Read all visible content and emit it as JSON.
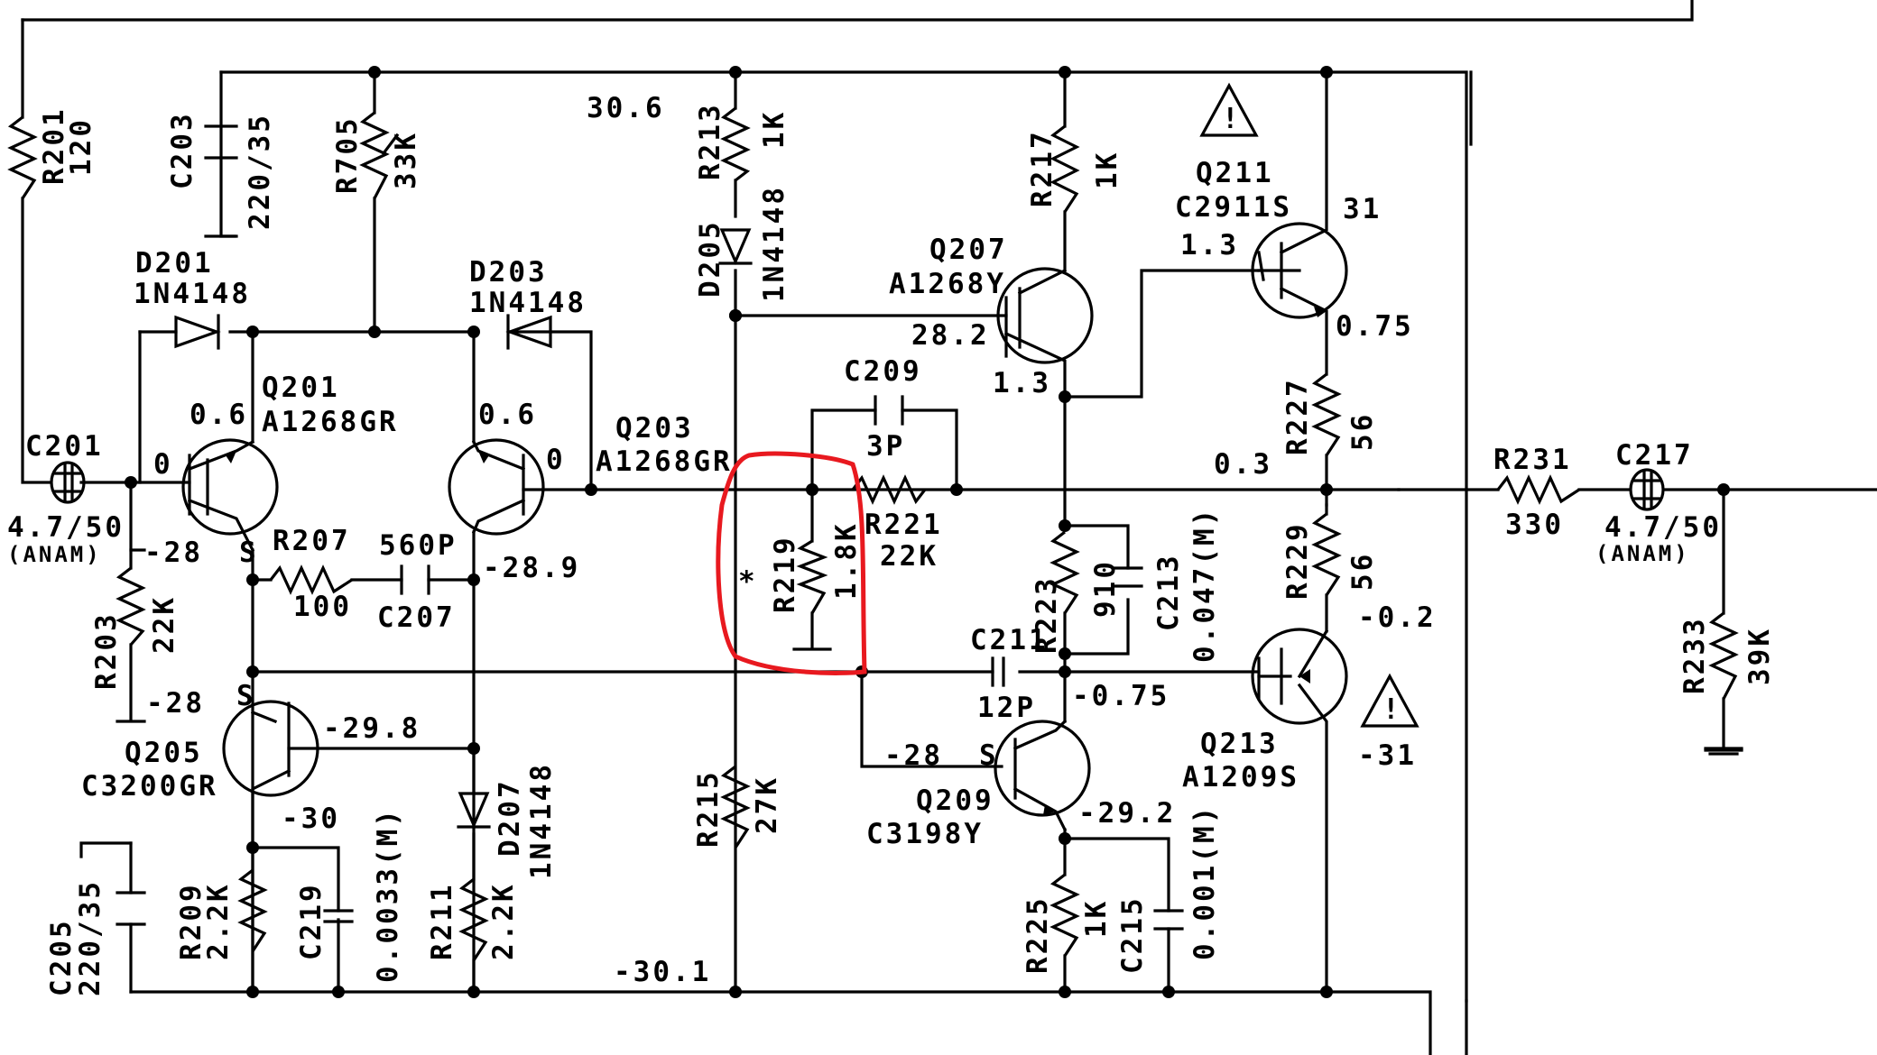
{
  "components": {
    "r201": {
      "ref": "R201",
      "value": "120"
    },
    "c203": {
      "ref": "C203",
      "value": "220/35"
    },
    "r705": {
      "ref": "R705",
      "value": "33K"
    },
    "r213": {
      "ref": "R213",
      "value": "1K"
    },
    "d205": {
      "ref": "D205",
      "value": "1N4148"
    },
    "r217": {
      "ref": "R217",
      "value": "1K"
    },
    "q211": {
      "ref": "Q211",
      "value": "C2911S"
    },
    "d201": {
      "ref": "D201",
      "value": "1N4148"
    },
    "d203": {
      "ref": "D203",
      "value": "1N4148"
    },
    "q207": {
      "ref": "Q207",
      "value": "A1268Y"
    },
    "q201": {
      "ref": "Q201",
      "value": "A1268GR"
    },
    "q203": {
      "ref": "Q203",
      "value": "A1268GR"
    },
    "c209": {
      "ref": "C209",
      "value": "3P"
    },
    "r227": {
      "ref": "R227",
      "value": "56"
    },
    "c201": {
      "ref": "C201",
      "value": "4.7/50",
      "note": "(ANAM)"
    },
    "r231": {
      "ref": "R231",
      "value": "330"
    },
    "c217": {
      "ref": "C217",
      "value": "4.7/50",
      "note": "(ANAM)"
    },
    "r219": {
      "ref": "R219",
      "value": "1.8K"
    },
    "r221": {
      "ref": "R221",
      "value": "22K"
    },
    "r207": {
      "ref": "R207",
      "value": "100"
    },
    "c207": {
      "ref": "C207",
      "value": "560P"
    },
    "r223": {
      "ref": "R223",
      "value": "910"
    },
    "c213": {
      "ref": "C213",
      "value": "0.047(M)"
    },
    "r229": {
      "ref": "R229",
      "value": "56"
    },
    "r203": {
      "ref": "R203",
      "value": "22K"
    },
    "c211": {
      "ref": "C211",
      "value": "12P"
    },
    "r233": {
      "ref": "R233",
      "value": "39K"
    },
    "q205": {
      "ref": "Q205",
      "value": "C3200GR"
    },
    "q209": {
      "ref": "Q209",
      "value": "C3198Y"
    },
    "q213": {
      "ref": "Q213",
      "value": "A1209S"
    },
    "d207": {
      "ref": "D207",
      "value": "1N4148"
    },
    "r215": {
      "ref": "R215",
      "value": "27K"
    },
    "r209": {
      "ref": "R209",
      "value": "2.2K"
    },
    "c219": {
      "ref": "C219",
      "value": "0.0033(M)"
    },
    "r211": {
      "ref": "R211",
      "value": "2.2K"
    },
    "c205": {
      "ref": "C205",
      "value": "220/35"
    },
    "r225": {
      "ref": "R225",
      "value": "1K"
    },
    "c215": {
      "ref": "C215",
      "value": "0.001(M)"
    }
  },
  "voltages": {
    "v_rail_top": "30.6",
    "v_q207_b": "28.2",
    "v_q207_c": "1.3",
    "v_q211_b": "1.3",
    "v_q211_c": "31",
    "v_q211_e": "0.75",
    "v_out": "0.3",
    "v_q201_b": "0",
    "v_q201_e": "0.6",
    "v_q203_e": "0.6",
    "v_q203_b": "0",
    "v_q201_c": "-28",
    "v_q203_c": "-28.9",
    "v_q205_c": "-28",
    "v_q205_b": "-29.8",
    "v_q205_e": "-30",
    "v_q213_e": "-0.2",
    "v_q213_b": "-0.75",
    "v_q213_c": "-31",
    "v_q209_c": "-28",
    "v_q209_e": "-29.2",
    "v_rail_bottom": "-30.1"
  },
  "marks": {
    "s_q201": "S",
    "s_q205": "S",
    "s_q209": "S",
    "star": "*",
    "warn1": "!",
    "warn2": "!"
  }
}
